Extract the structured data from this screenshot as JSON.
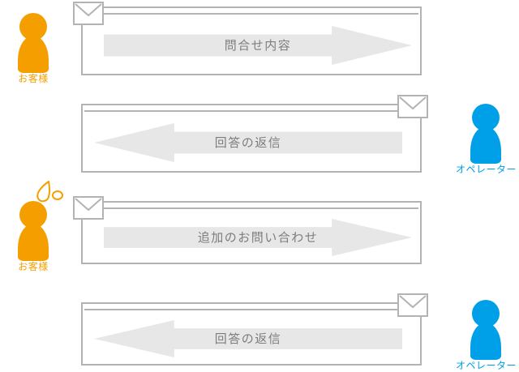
{
  "diagram": {
    "title": "customer-operator email exchange flow",
    "colors": {
      "customer": "#f59e00",
      "operator": "#00a0e9",
      "border": "#b3b3b3",
      "arrow_fill": "#e7e7e7",
      "arrow_text": "#7d7d7d"
    },
    "actors": [
      {
        "id": "customer-1",
        "role": "customer",
        "label": "お客様",
        "icon": "person-icon",
        "decoration": null
      },
      {
        "id": "operator-1",
        "role": "operator",
        "label": "オペレーター",
        "icon": "person-icon",
        "decoration": null
      },
      {
        "id": "customer-2",
        "role": "customer",
        "label": "お客様",
        "icon": "person-icon",
        "decoration": "sweat-drop-icon"
      },
      {
        "id": "operator-2",
        "role": "operator",
        "label": "オペレーター",
        "icon": "person-icon",
        "decoration": null
      }
    ],
    "messages": [
      {
        "id": "message-1",
        "text": "問合せ内容",
        "direction": "right",
        "from": "customer",
        "to": "operator",
        "envelope_position": "top-left",
        "icon": "envelope-icon"
      },
      {
        "id": "message-2",
        "text": "回答の返信",
        "direction": "left",
        "from": "operator",
        "to": "customer",
        "envelope_position": "top-right",
        "icon": "envelope-icon"
      },
      {
        "id": "message-3",
        "text": "追加のお問い合わせ",
        "direction": "right",
        "from": "customer",
        "to": "operator",
        "envelope_position": "top-left",
        "icon": "envelope-icon"
      },
      {
        "id": "message-4",
        "text": "回答の返信",
        "direction": "left",
        "from": "operator",
        "to": "customer",
        "envelope_position": "top-right",
        "icon": "envelope-icon"
      }
    ]
  }
}
